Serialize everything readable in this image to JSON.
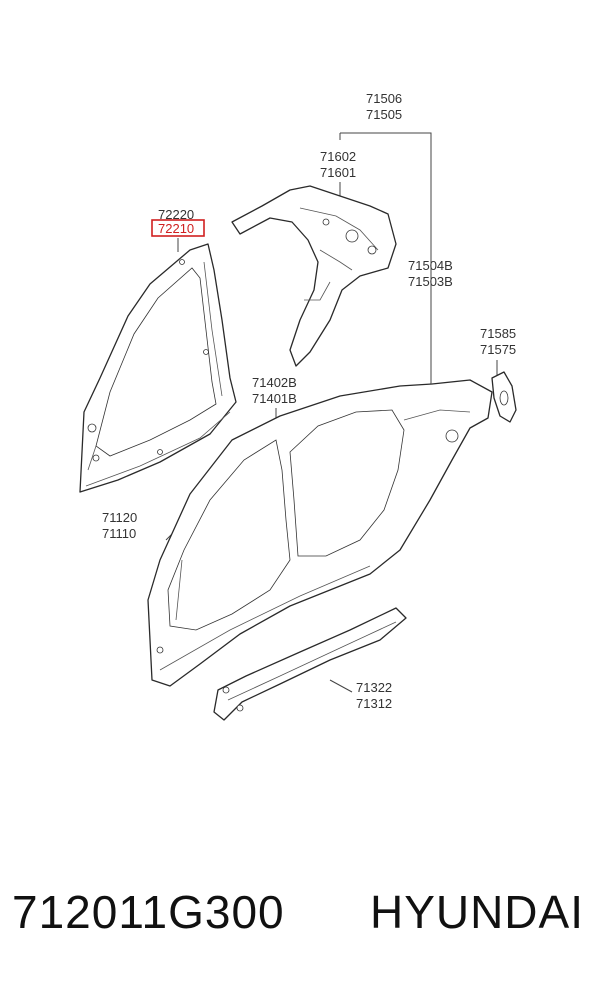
{
  "diagram": {
    "labels": {
      "l71506": "71506",
      "l71505": "71505",
      "l71602": "71602",
      "l71601": "71601",
      "l72220": "72220",
      "l72210": "72210",
      "l71504B": "71504B",
      "l71503B": "71503B",
      "l71585": "71585",
      "l71575": "71575",
      "l71402B": "71402B",
      "l71401B": "71401B",
      "l71120": "71120",
      "l71110": "71110",
      "l71322": "71322",
      "l71312": "71312"
    },
    "highlighted_part": "72210",
    "highlight_color": "#d02020"
  },
  "caption": {
    "part_number": "712011G300",
    "brand": "HYUNDAI"
  }
}
